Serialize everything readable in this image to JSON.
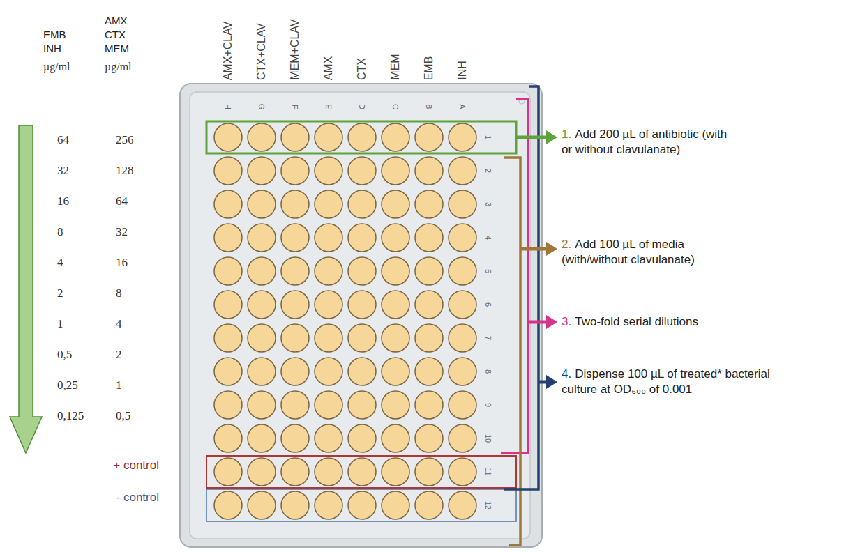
{
  "diagram": {
    "labels": [
      "EMB",
      "INH",
      "µg/ml",
      "AMX",
      "CTX",
      "MEM",
      "µg/ml",
      "64",
      "32",
      "16",
      "8",
      "4",
      "2",
      "1",
      "0,5",
      "0,25",
      "0,125",
      "256",
      "128",
      "64",
      "32",
      "16",
      "8",
      "4",
      "2",
      "1",
      "0,5",
      "+ control",
      "- control",
      "AMX+CLAV",
      "CTX+CLAV",
      "MEM+CLAV",
      "AMX",
      "CTX",
      "MEM",
      "EMB",
      "INH",
      "H",
      "G",
      "F",
      "E",
      "D",
      "C",
      "B",
      "A",
      "1",
      "2",
      "3",
      "4",
      "5",
      "6",
      "7",
      "8",
      "9",
      "10",
      "11",
      "12",
      "1.",
      "Add 200 µL of antibiotic (with or without clavulanate)",
      "2.",
      "Add 100 µL of media (with/without clavulanate)",
      "3.",
      "Two-fold serial dilutions",
      "4.",
      "Dispense 100 µL of treated* bacterial culture at OD₆₀₀ of 0.001"
    ]
  }
}
